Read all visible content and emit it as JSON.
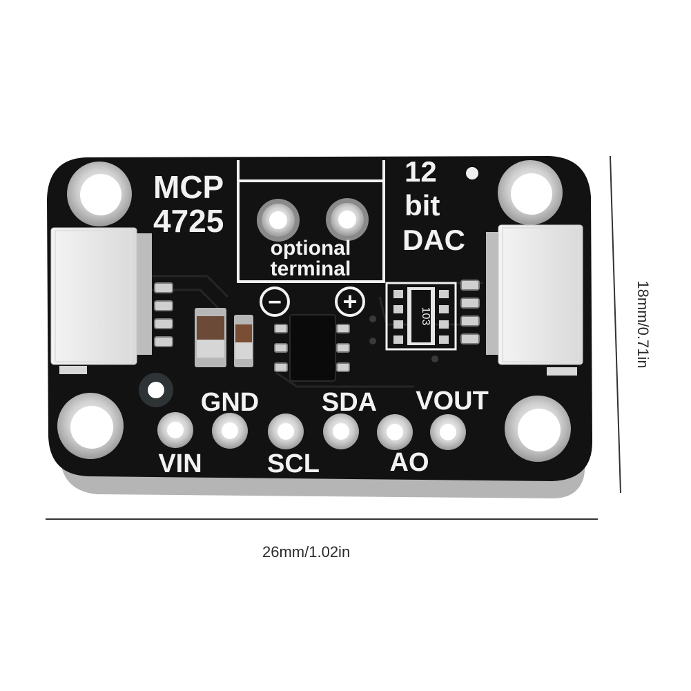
{
  "board": {
    "name_line1": "MCP",
    "name_line2": "4725",
    "spec_line1": "12",
    "spec_line2": "bit",
    "spec_line3": "DAC",
    "terminal_line1": "optional",
    "terminal_line2": "terminal",
    "minus_symbol": "−",
    "plus_symbol": "+",
    "resistor_code": "103",
    "pins_top": [
      "GND",
      "SDA",
      "VOUT"
    ],
    "pins_bottom": [
      "VIN",
      "SCL",
      "AO"
    ]
  },
  "dimensions": {
    "width": "26mm/1.02in",
    "height": "18mm/0.71in"
  },
  "colors": {
    "pcb": "#121212",
    "pcb_edge": "#b9b9b9",
    "silkscreen": "#f2f2f2",
    "pad": "#c8c8c8",
    "connector": "#e9e9e9",
    "background": "#ffffff"
  }
}
